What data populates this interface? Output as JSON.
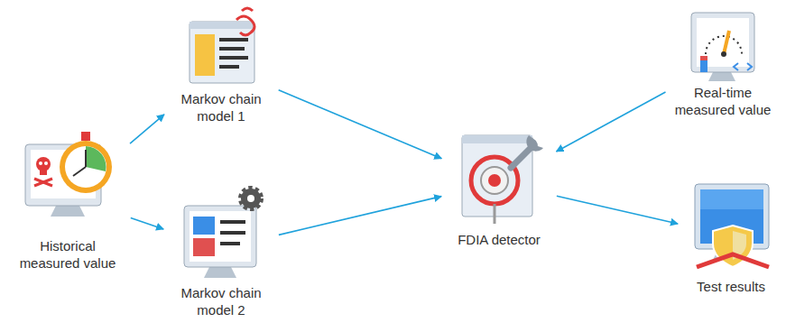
{
  "diagram": {
    "nodes": [
      {
        "text": [
          "Historical measured value"
        ]
      },
      {
        "text": [
          "Markov chain model 1"
        ]
      },
      {
        "text": [
          "Markov chain model 2"
        ]
      },
      {
        "text": [
          "FDIA detector"
        ]
      },
      {
        "text": [
          "Real-time measured value"
        ]
      },
      {
        "text": [
          "Test results"
        ]
      }
    ],
    "edges": [
      {
        "from": 0,
        "to": 1,
        "arrow": "to"
      },
      {
        "from": 0,
        "to": 2,
        "arrow": "to"
      },
      {
        "from": 1,
        "to": 3,
        "arrow": "to"
      },
      {
        "from": 2,
        "to": 3,
        "arrow": "to"
      },
      {
        "from": 4,
        "to": 3,
        "arrow": "to"
      },
      {
        "from": 3,
        "to": 5,
        "arrow": "to"
      }
    ]
  }
}
